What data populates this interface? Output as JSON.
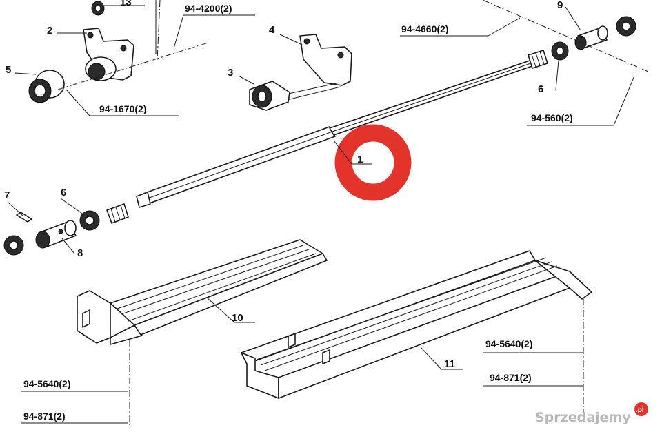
{
  "diagram": {
    "part_numbers": [
      "13",
      "2",
      "5",
      "4",
      "3",
      "9",
      "6",
      "1",
      "7",
      "6",
      "8",
      "10",
      "11"
    ],
    "refs": [
      "94-4200(2)",
      "94-1670(2)",
      "94-4660(2)",
      "94-560(2)",
      "94-5640(2)",
      "94-871(2)",
      "94-5640(2)",
      "94-871(2)"
    ],
    "highlight_color": "#e3342b",
    "line_color": "#1a1a1a"
  },
  "watermark": {
    "text": "Sprzedajemy",
    "badge": ".pl",
    "badge_color": "#e3342b"
  }
}
